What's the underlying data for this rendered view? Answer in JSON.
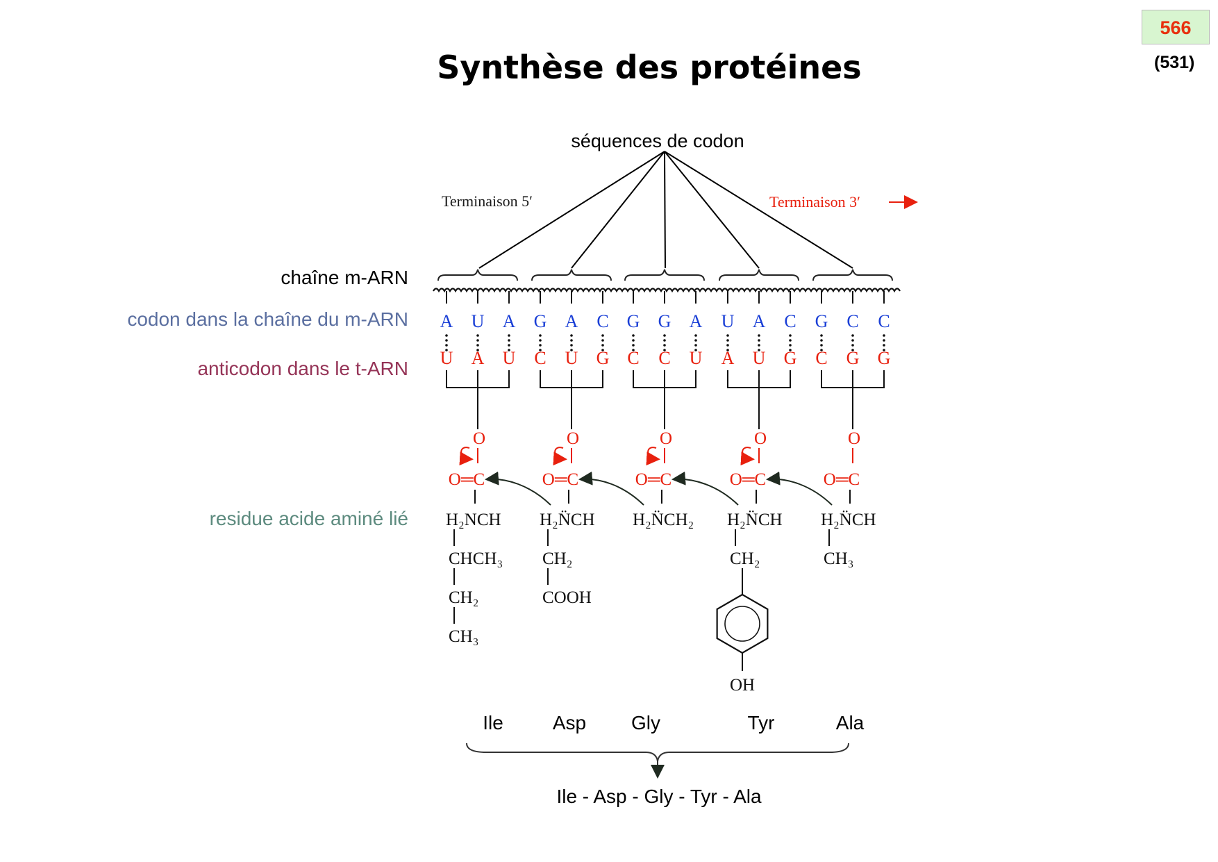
{
  "title": "Synthèse des protéines",
  "page_number": "566",
  "page_ref": "(531)",
  "labels": {
    "codon_sequences": "séquences de codon",
    "termination_5": "Terminaison 5′",
    "termination_3": "Terminaison 3′",
    "mrna_chain": "chaîne m-ARN",
    "codon_in_mrna": "codon dans la chaîne du m-ARN",
    "anticodon_in_trna": "anticodon dans le t-ARN",
    "linked_amino_residue": "residue acide aminé lié"
  },
  "colors": {
    "codon": "#1a3fd6",
    "anticodon": "#e8200e",
    "ester": "#e8200e",
    "label_codon": "#5b6fa0",
    "label_anticodon": "#953457",
    "label_residue": "#5c8a7e",
    "page_badge_bg": "#d8f5d0"
  },
  "codons": [
    [
      "A",
      "U",
      "A"
    ],
    [
      "G",
      "A",
      "C"
    ],
    [
      "G",
      "G",
      "A"
    ],
    [
      "U",
      "A",
      "C"
    ],
    [
      "G",
      "C",
      "C"
    ]
  ],
  "anticodons": [
    [
      "U",
      "A",
      "U"
    ],
    [
      "C",
      "U",
      "G"
    ],
    [
      "C",
      "C",
      "U"
    ],
    [
      "A",
      "U",
      "G"
    ],
    [
      "C",
      "G",
      "G"
    ]
  ],
  "ester": {
    "oxygen": "O",
    "carbonyl": "O═C"
  },
  "residues": [
    {
      "amine": "H₂NCH",
      "chain": [
        "CHCH₃",
        "CH₂",
        "CH₃"
      ]
    },
    {
      "amine": "H₂N̈CH",
      "chain": [
        "CH₂",
        "COOH"
      ]
    },
    {
      "amine": "H₂N̈CH₂",
      "chain": []
    },
    {
      "amine": "H₂N̈CH",
      "chain": [
        "CH₂"
      ],
      "ring_substituent": "OH"
    },
    {
      "amine": "H₂N̈CH",
      "chain": [
        "CH₃"
      ]
    }
  ],
  "amino_acids": [
    "Ile",
    "Asp",
    "Gly",
    "Tyr",
    "Ala"
  ],
  "peptide": "Ile - Asp - Gly - Tyr - Ala"
}
